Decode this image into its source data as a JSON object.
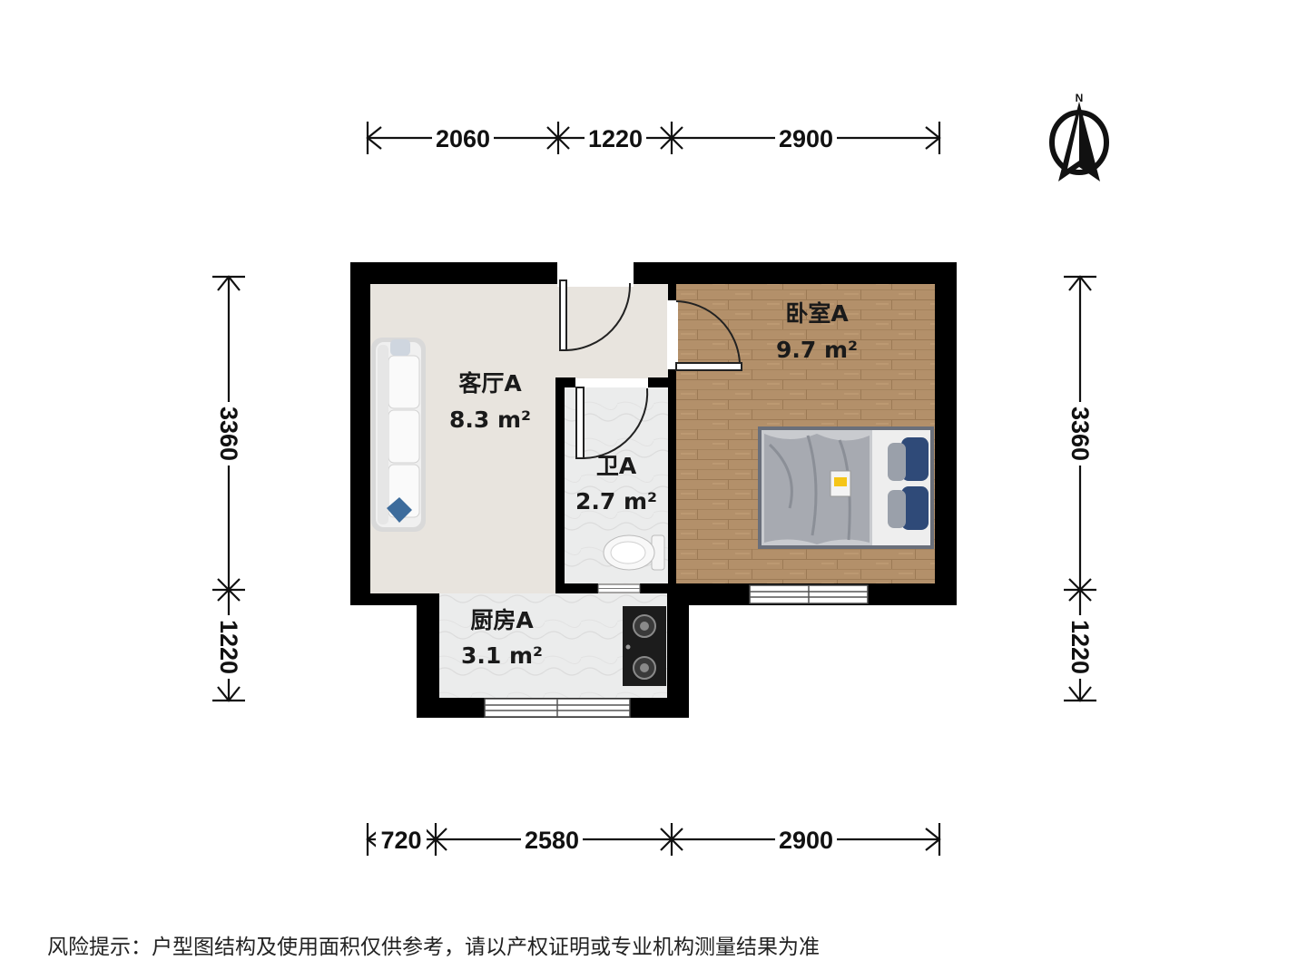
{
  "dimensions": {
    "top": [
      "2060",
      "1220",
      "2900"
    ],
    "bottom": [
      "720",
      "2580",
      "2900"
    ],
    "left": [
      "3360",
      "1220"
    ],
    "right": [
      "3360",
      "1220"
    ]
  },
  "compass": {
    "label": "N"
  },
  "rooms": {
    "living": {
      "name": "客厅A",
      "area": "8.3 m²"
    },
    "bedroom": {
      "name": "卧室A",
      "area": "9.7 m²"
    },
    "bathroom": {
      "name": "卫A",
      "area": "2.7 m²"
    },
    "kitchen": {
      "name": "厨房A",
      "area": "3.1 m²"
    }
  },
  "disclaimer": "风险提示：户型图结构及使用面积仅供参考，请以产权证明或专业机构测量结果为准",
  "colors": {
    "wall": "#000000",
    "living_floor": "#e8e4de",
    "bedroom_floor": "#b08a5c",
    "tile_floor": "#e9eaea",
    "window": "#6f6f6f"
  }
}
